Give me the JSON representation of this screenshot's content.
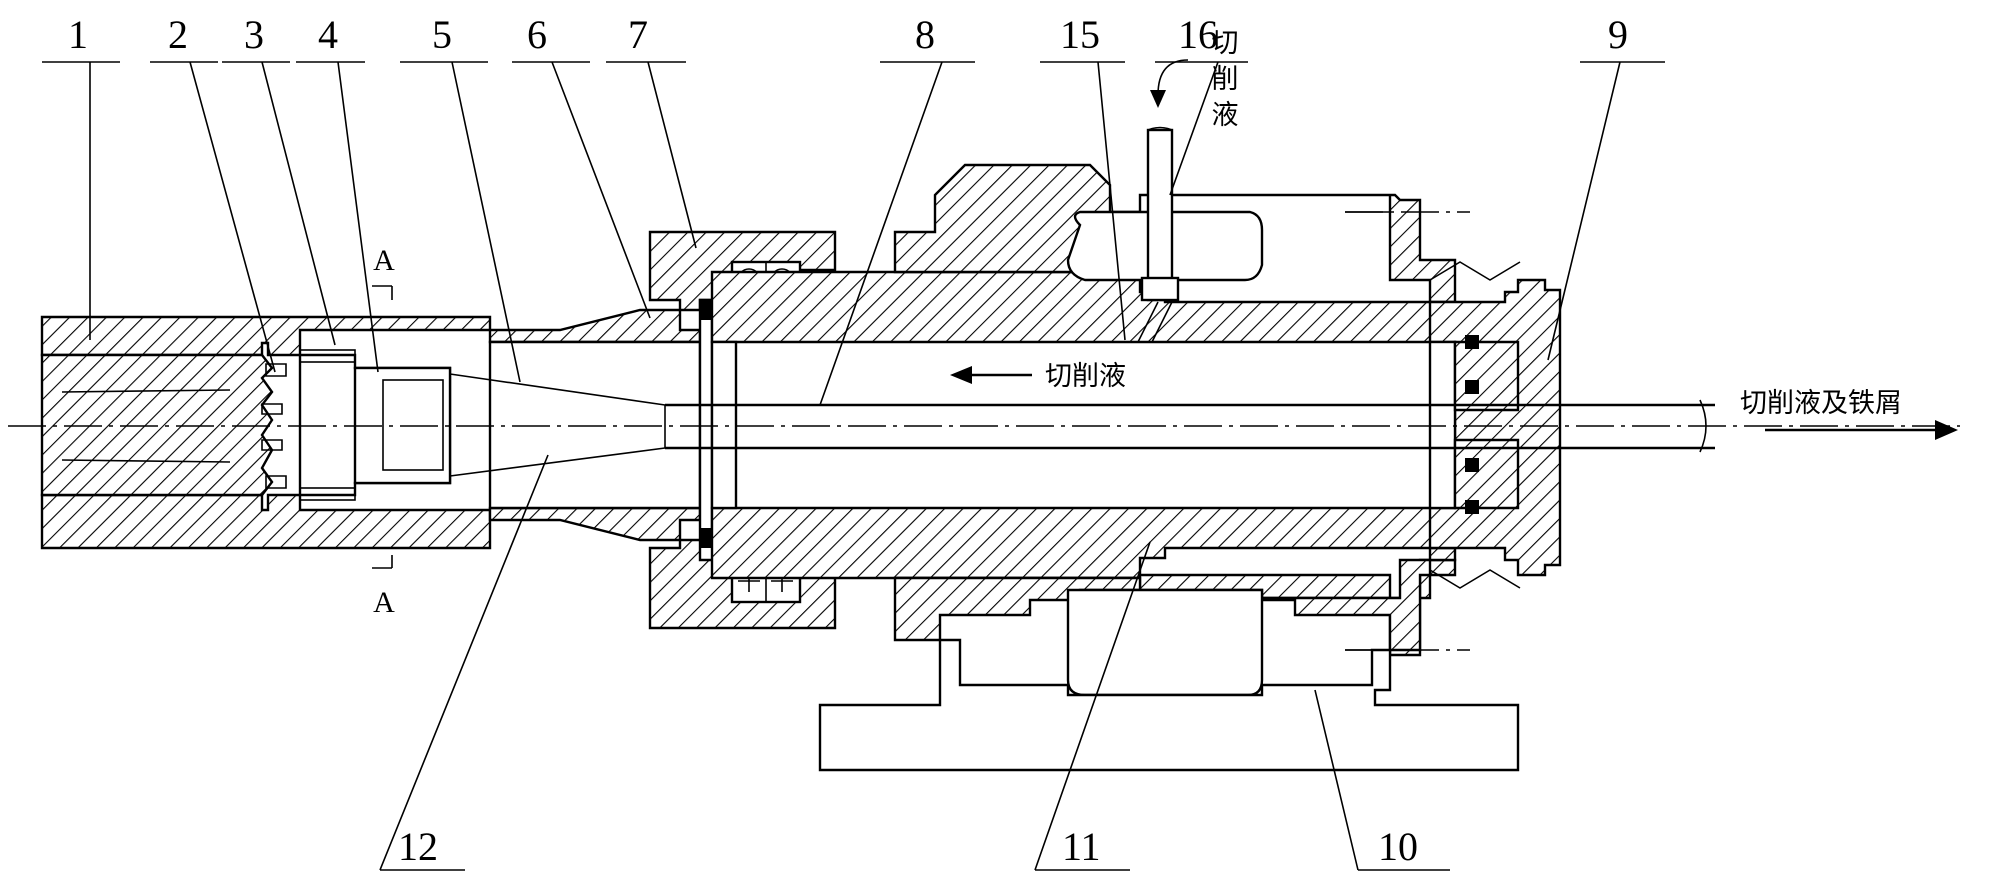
{
  "diagram": {
    "part_labels": [
      "1",
      "2",
      "3",
      "4",
      "5",
      "6",
      "7",
      "8",
      "15",
      "16",
      "9",
      "12",
      "11",
      "10"
    ],
    "section_mark": "A",
    "coolant_inlet_label": [
      "切",
      "削",
      "液"
    ],
    "coolant_flow_label": "切削液",
    "outlet_label": "切削液及铁屑"
  }
}
